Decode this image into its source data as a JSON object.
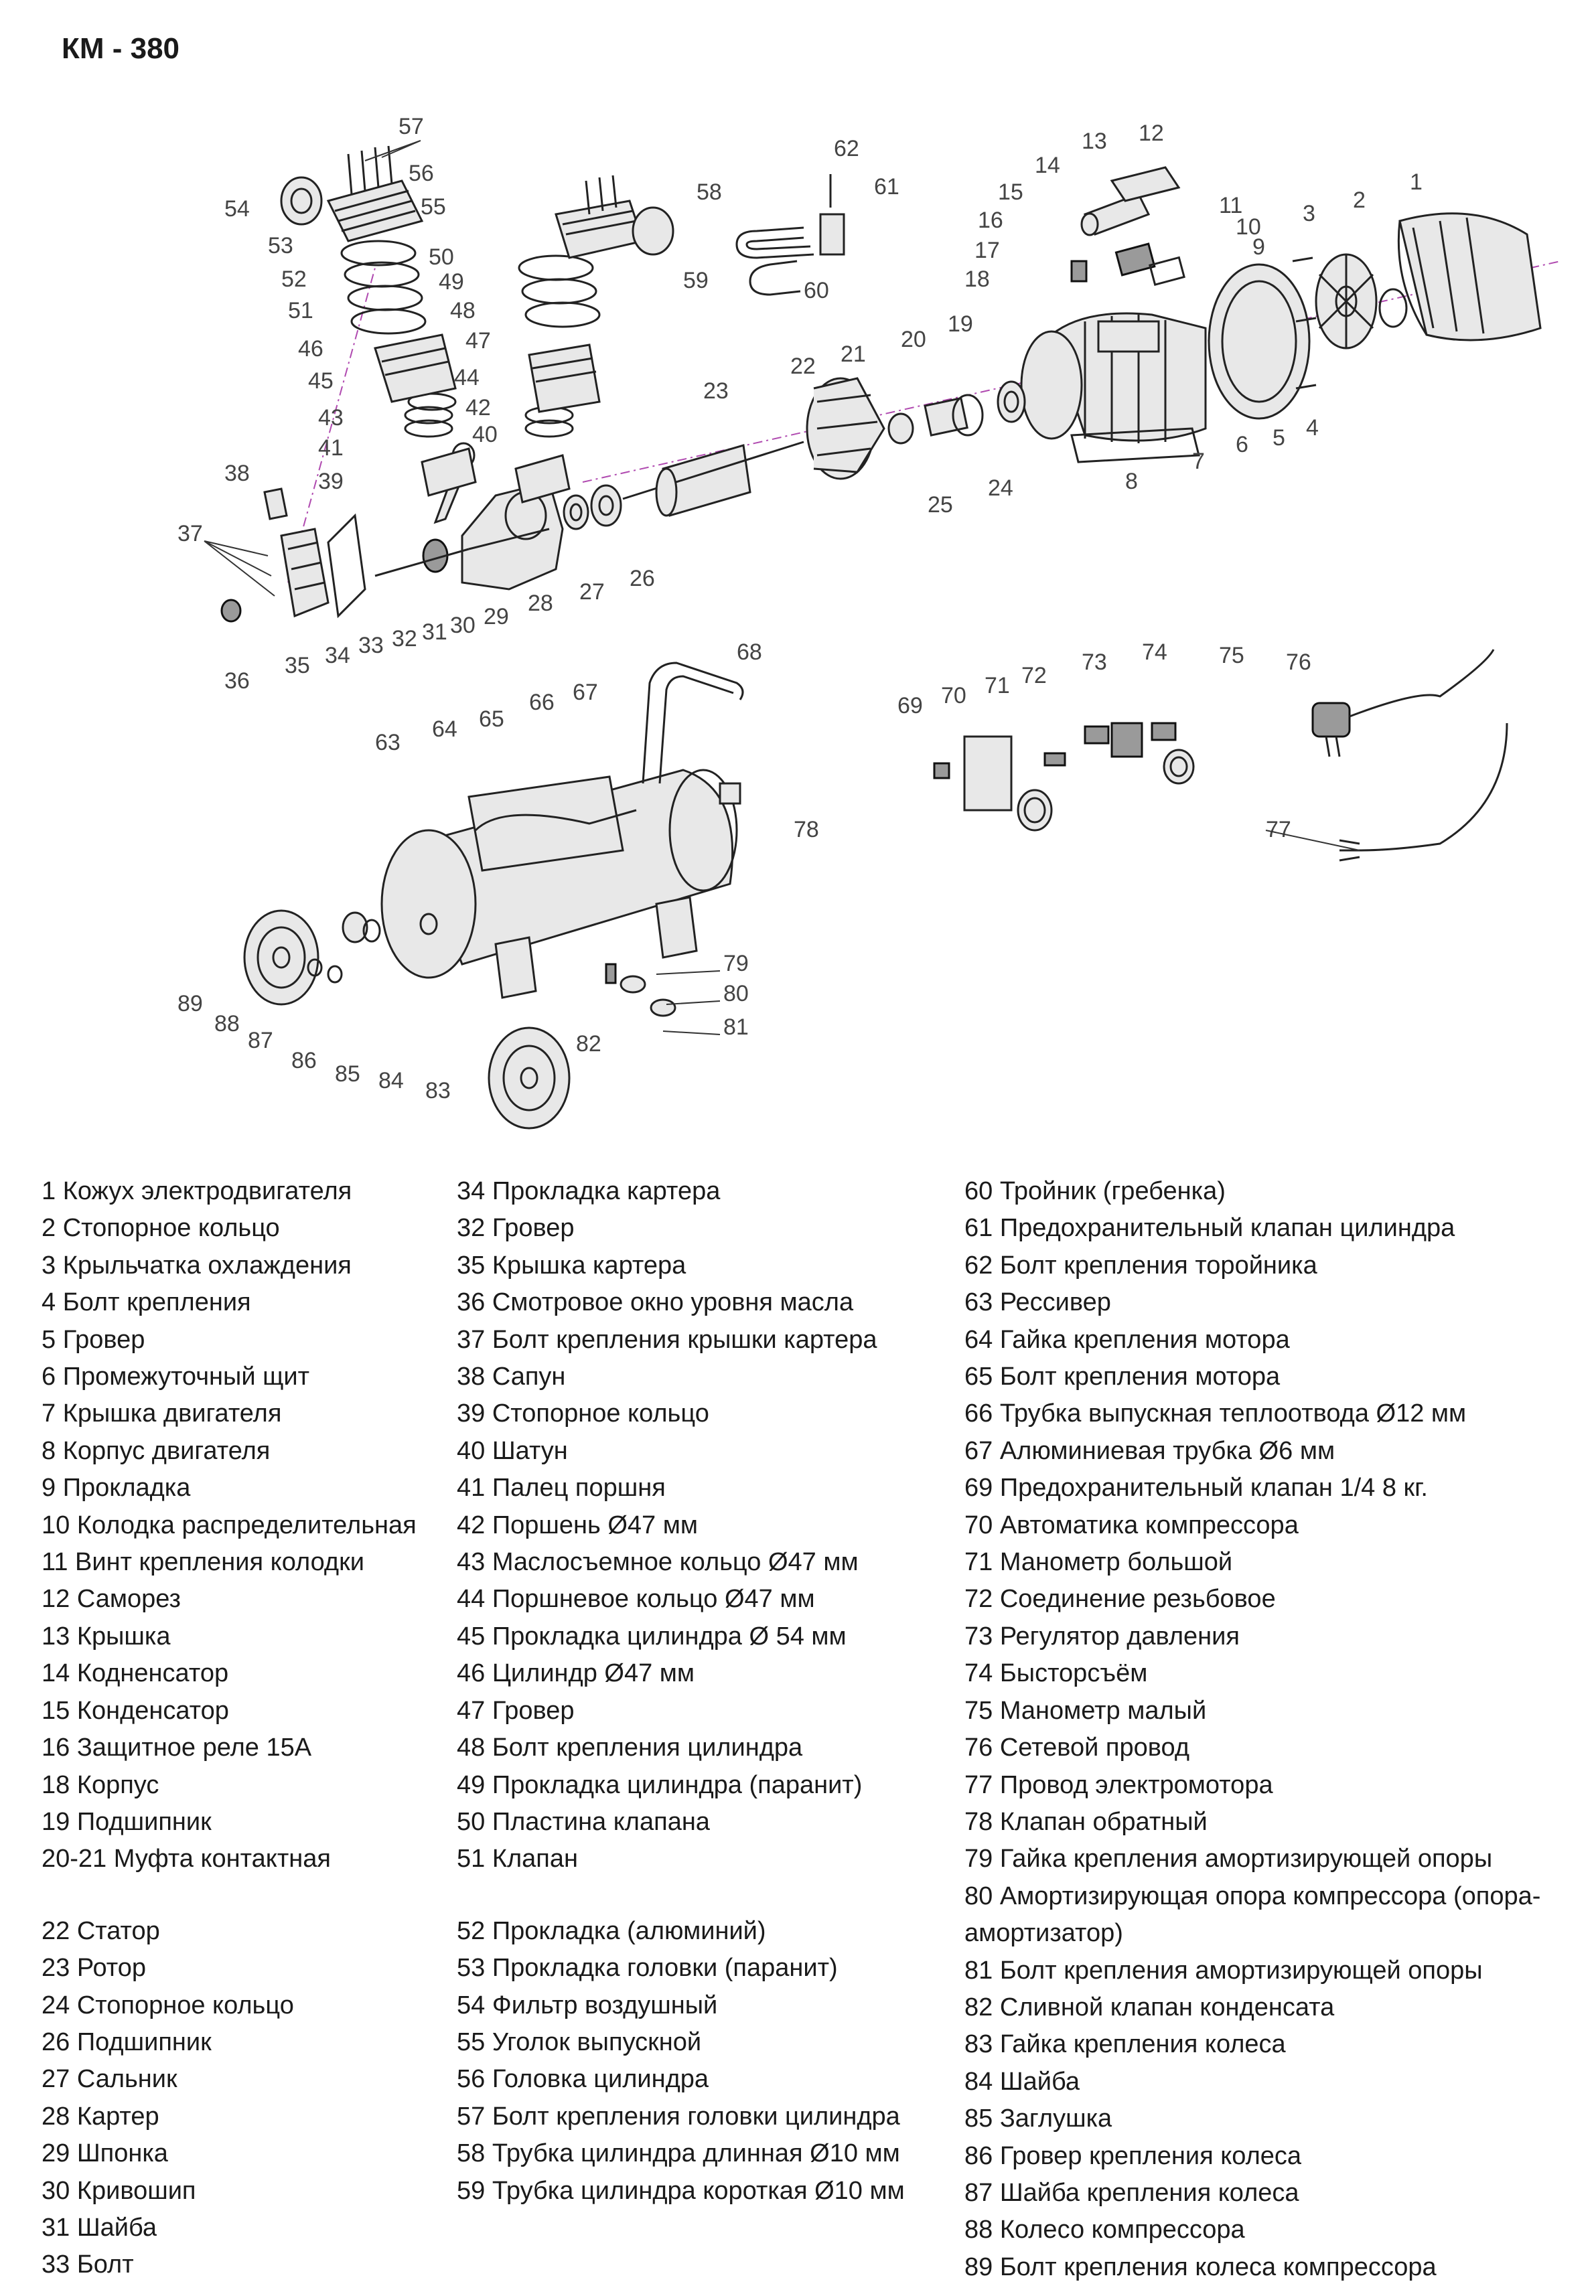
{
  "title": "КМ - 380",
  "callouts": [
    "1",
    "2",
    "3",
    "4",
    "5",
    "6",
    "7",
    "8",
    "9",
    "10",
    "11",
    "12",
    "13",
    "14",
    "15",
    "16",
    "17",
    "18",
    "19",
    "20",
    "21",
    "22",
    "23",
    "24",
    "25",
    "26",
    "27",
    "28",
    "29",
    "30",
    "31",
    "32",
    "33",
    "34",
    "35",
    "36",
    "37",
    "38",
    "39",
    "40",
    "41",
    "42",
    "43",
    "44",
    "45",
    "46",
    "47",
    "48",
    "49",
    "50",
    "51",
    "52",
    "53",
    "54",
    "55",
    "56",
    "57",
    "58",
    "59",
    "60",
    "61",
    "62",
    "63",
    "64",
    "65",
    "66",
    "67",
    "68",
    "69",
    "70",
    "71",
    "72",
    "73",
    "74",
    "75",
    "76",
    "77",
    "78",
    "79",
    "80",
    "81",
    "82",
    "83",
    "84",
    "85",
    "86",
    "87",
    "88",
    "89"
  ],
  "legend": {
    "col1": [
      "1 Кожух электродвигателя",
      "2 Стопорное кольцо",
      "3 Крыльчатка охлаждения",
      "4 Болт крепления",
      "5 Гровер",
      "6 Промежуточный щит",
      "7 Крышка двигателя",
      "8 Корпус двигателя",
      "9 Прокладка",
      "10 Колодка распределительная",
      "11 Винт крепления колодки",
      "12 Саморез",
      "13 Крышка",
      "14 Кодненсатор",
      "15 Конденсатор",
      "16 Защитное реле 15А",
      "18 Корпус",
      "19 Подшипник",
      "20-21 Муфта контактная"
    ],
    "col1b": [
      "22 Статор",
      "23 Ротор",
      "24 Стопорное кольцо",
      "26 Подшипник",
      "27 Сальник",
      "28 Картер",
      "29 Шпонка",
      "30 Кривошип",
      "31 Шайба",
      "33 Болт"
    ],
    "col2": [
      "34 Прокладка картера",
      "32 Гровер",
      "35 Крышка картера",
      "36 Смотровое окно уровня масла",
      "37 Болт крепления крышки картера",
      "38 Сапун",
      "39 Стопорное кольцо",
      "40 Шатун",
      "41 Палец поршня",
      "42 Поршень Ø47 мм",
      "43 Маслосъемное кольцо Ø47 мм",
      "44 Поршневое кольцо Ø47 мм",
      "45 Прокладка цилиндра Ø 54 мм",
      "46 Цилиндр Ø47 мм",
      "47 Гровер",
      "48 Болт крепления цилиндра",
      "49 Прокладка цилиндра (паранит)",
      "50 Пластина клапана",
      "51 Клапан"
    ],
    "col2b": [
      "52 Прокладка (алюминий)",
      "53 Прокладка головки (паранит)",
      "54 Фильтр воздушный",
      "55 Уголок выпускной",
      "56 Головка цилиндра",
      "57 Болт крепления головки цилиндра",
      "58 Трубка цилиндра длинная Ø10 мм",
      "59 Трубка цилиндра короткая Ø10 мм"
    ],
    "col3": [
      "60 Тройник (гребенка)",
      "61 Предохранительный клапан цилиндра",
      "62 Болт крепления торойника",
      "63 Рессивер",
      "64 Гайка крепления мотора",
      "65 Болт крепления мотора",
      "66 Трубка выпускная теплоотвода Ø12 мм",
      "67 Алюминиевая трубка Ø6 мм",
      "69 Предохранительный клапан 1/4 8 кг.",
      "70 Автоматика компрессора",
      "71 Манометр большой",
      "72 Соединение резьбовое",
      "73 Регулятор давления",
      "74 Бысторсъём",
      "75 Манометр малый",
      "76 Сетевой провод",
      "77 Провод электромотора",
      "78 Клапан обратный",
      "79 Гайка крепления амортизирующей  опоры",
      "80 Амортизирующая опора компрессора (опора-амортизатор)",
      "81 Болт крепления амортизирующей опоры",
      "82 Сливной клапан конденсата",
      "83 Гайка крепления колеса",
      "84 Шайба",
      "85 Заглушка",
      "86 Гровер крепления колеса",
      "87 Шайба крепления колеса",
      "88 Колесо компрессора",
      "89 Болт крепления колеса компрессора"
    ]
  }
}
